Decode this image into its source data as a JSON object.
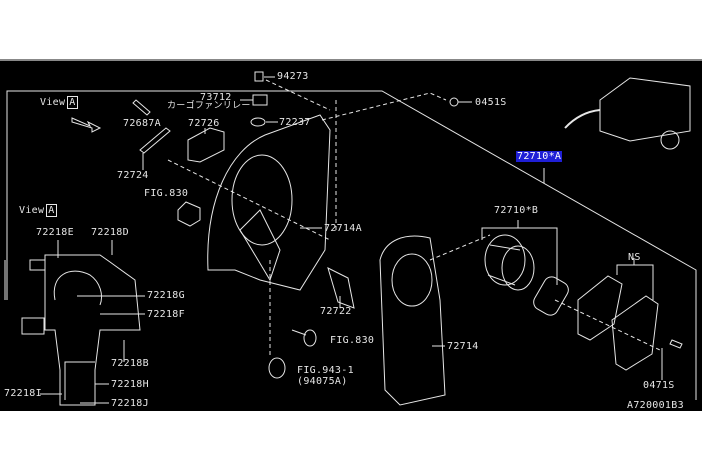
{
  "diagram": {
    "view_label": "View",
    "view_marker": "A",
    "labels": {
      "p94273": "94273",
      "p73712": "73712",
      "relay_jp": "カーゴファンリレー",
      "p72687A": "72687A",
      "p72726": "72726",
      "p72237": "72237",
      "p72724": "72724",
      "fig830_top": "FIG.830",
      "p72218E": "72218E",
      "p72218D": "72218D",
      "p72714A": "72714A",
      "p0451S": "0451S",
      "p72710A": "72710*A",
      "p72710B": "72710*B",
      "ns": "NS",
      "p72218G": "72218G",
      "p72218F": "72218F",
      "p72722": "72722",
      "fig830_bottom": "FIG.830",
      "p72714": "72714",
      "p72218B": "72218B",
      "fig943": "FIG.943-1",
      "p94075A": "(94075A)",
      "p72218H": "72218H",
      "p72218I": "72218I",
      "p72218J": "72218J",
      "p0471S": "0471S",
      "ref_code": "A720001B3"
    },
    "colors": {
      "background": "#000000",
      "line": "#e6e6e6",
      "highlight": "#1f1fd6"
    }
  }
}
